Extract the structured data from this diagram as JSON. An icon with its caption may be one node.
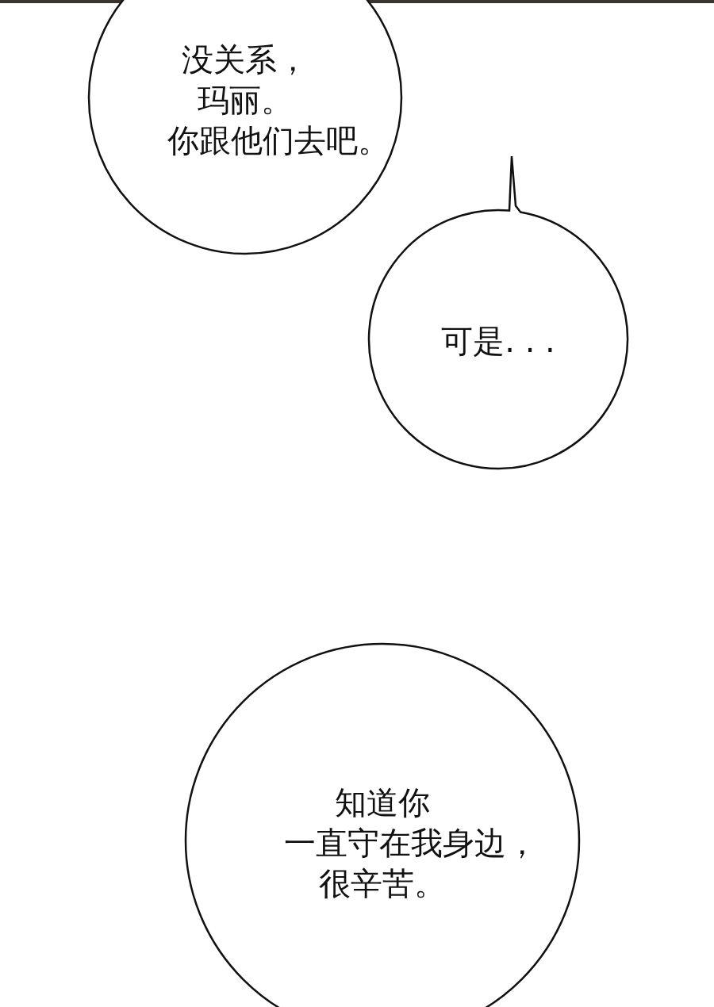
{
  "diagram": {
    "nodes": [
      {
        "text": [
          "没关系，玛丽。你跟他们去吧。"
        ]
      },
      {
        "text": [
          "可是. . ."
        ]
      },
      {
        "text": [
          "知道你一直守在我身边，很辛苦。"
        ]
      }
    ]
  }
}
